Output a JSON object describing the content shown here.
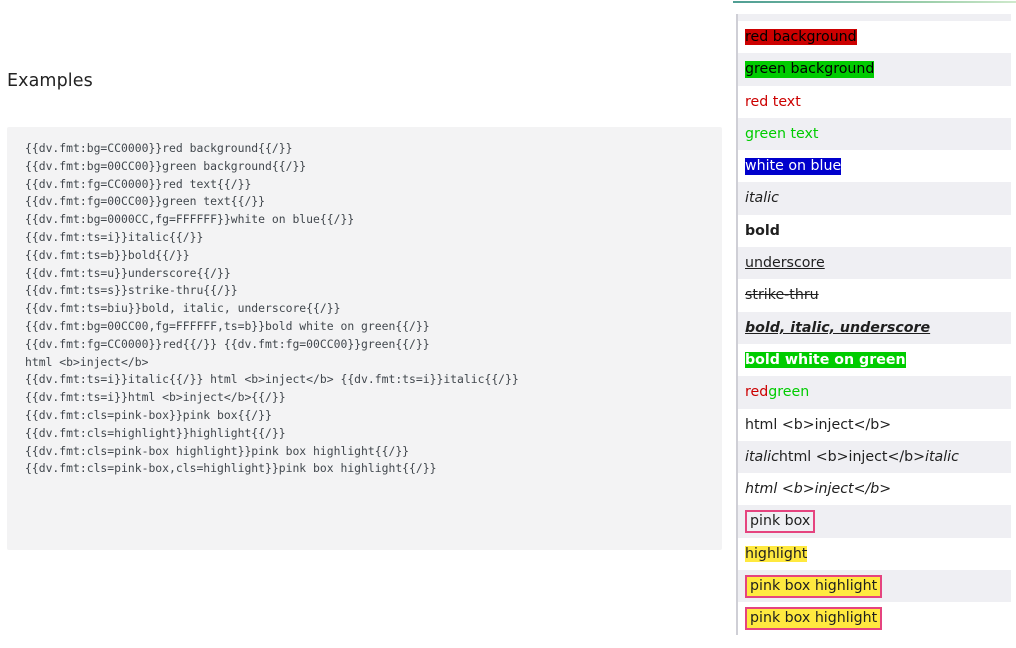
{
  "heading": "Examples",
  "code_block": {
    "lines": [
      "{{dv.fmt:bg=CC0000}}red background{{/}}",
      "{{dv.fmt:bg=00CC00}}green background{{/}}",
      "{{dv.fmt:fg=CC0000}}red text{{/}}",
      "{{dv.fmt:fg=00CC00}}green text{{/}}",
      "{{dv.fmt:bg=0000CC,fg=FFFFFF}}white on blue{{/}}",
      "{{dv.fmt:ts=i}}italic{{/}}",
      "{{dv.fmt:ts=b}}bold{{/}}",
      "{{dv.fmt:ts=u}}underscore{{/}}",
      "{{dv.fmt:ts=s}}strike-thru{{/}}",
      "{{dv.fmt:ts=biu}}bold, italic, underscore{{/}}",
      "{{dv.fmt:bg=00CC00,fg=FFFFFF,ts=b}}bold white on green{{/}}",
      "{{dv.fmt:fg=CC0000}}red{{/}} {{dv.fmt:fg=00CC00}}green{{/}}",
      "html <b>inject</b>",
      "{{dv.fmt:ts=i}}italic{{/}} html <b>inject</b> {{dv.fmt:ts=i}}italic{{/}}",
      "{{dv.fmt:ts=i}}html <b>inject</b>{{/}}",
      "{{dv.fmt:cls=pink-box}}pink box{{/}}",
      "{{dv.fmt:cls=highlight}}highlight{{/}}",
      "{{dv.fmt:cls=pink-box highlight}}pink box highlight{{/}}",
      "{{dv.fmt:cls=pink-box,cls=highlight}}pink box highlight{{/}}"
    ]
  },
  "results": {
    "rows": [
      {
        "text": "red background",
        "style": "bg-red",
        "name": "result-red-background"
      },
      {
        "text": "green background",
        "style": "bg-green",
        "name": "result-green-background"
      },
      {
        "text": "red text",
        "style": "fg-red",
        "name": "result-red-text"
      },
      {
        "text": "green text",
        "style": "fg-green",
        "name": "result-green-text"
      },
      {
        "text": "white on blue",
        "style": "bg-blue-fg-white",
        "name": "result-white-on-blue"
      },
      {
        "text": "italic",
        "style": "ts-i",
        "name": "result-italic"
      },
      {
        "text": "bold",
        "style": "ts-b",
        "name": "result-bold"
      },
      {
        "text": "underscore",
        "style": "ts-u",
        "name": "result-underscore"
      },
      {
        "text": "strike-thru",
        "style": "ts-s",
        "name": "result-strike-thru"
      },
      {
        "text": "bold, italic, underscore",
        "style": "ts-biu",
        "name": "result-bold-italic-underscore"
      },
      {
        "text": "bold white on green",
        "style": "bg-green-fg-white-b",
        "name": "result-bold-white-on-green"
      },
      {
        "parts": [
          {
            "text": "red",
            "style": "fg-red"
          },
          {
            "text": " ",
            "style": ""
          },
          {
            "text": "green",
            "style": "fg-green"
          }
        ],
        "name": "result-red-green"
      },
      {
        "text": "html <b>inject</b>",
        "style": "",
        "name": "result-html-inject"
      },
      {
        "parts": [
          {
            "text": "italic",
            "style": "ts-i"
          },
          {
            "text": " html <b>inject</b> ",
            "style": ""
          },
          {
            "text": "italic",
            "style": "ts-i"
          }
        ],
        "name": "result-italic-html-inject-italic"
      },
      {
        "text": "html <b>inject</b>",
        "style": "ts-i",
        "name": "result-italic-html-inject"
      },
      {
        "text": "pink box",
        "style": "pink-box",
        "name": "result-pink-box"
      },
      {
        "text": "highlight",
        "style": "highlight",
        "name": "result-highlight"
      },
      {
        "text": "pink box highlight",
        "style": "pink-box highlight",
        "name": "result-pink-box-highlight-space"
      },
      {
        "text": "pink box highlight",
        "style": "pink-box highlight",
        "name": "result-pink-box-highlight-comma"
      }
    ]
  },
  "colors": {
    "red": "#CC0000",
    "green": "#00CC00",
    "blue": "#0000CC",
    "white": "#FFFFFF",
    "pink_box_border": "#E5447F",
    "highlight_bg": "#FFE93F",
    "code_bg": "#F3F3F4",
    "row_alt_bg": "#EFEFF3",
    "rule_gradient_start": "#4F9E94",
    "rule_gradient_end": "#CFE9CC"
  }
}
